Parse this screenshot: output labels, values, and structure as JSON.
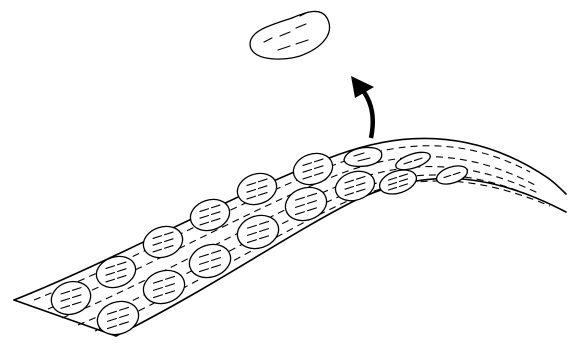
{
  "diagram": {
    "elements": [
      "curved-sheet",
      "cell-grid",
      "lifting-cell",
      "up-arrow",
      "detached-cell"
    ],
    "text_labels": []
  }
}
